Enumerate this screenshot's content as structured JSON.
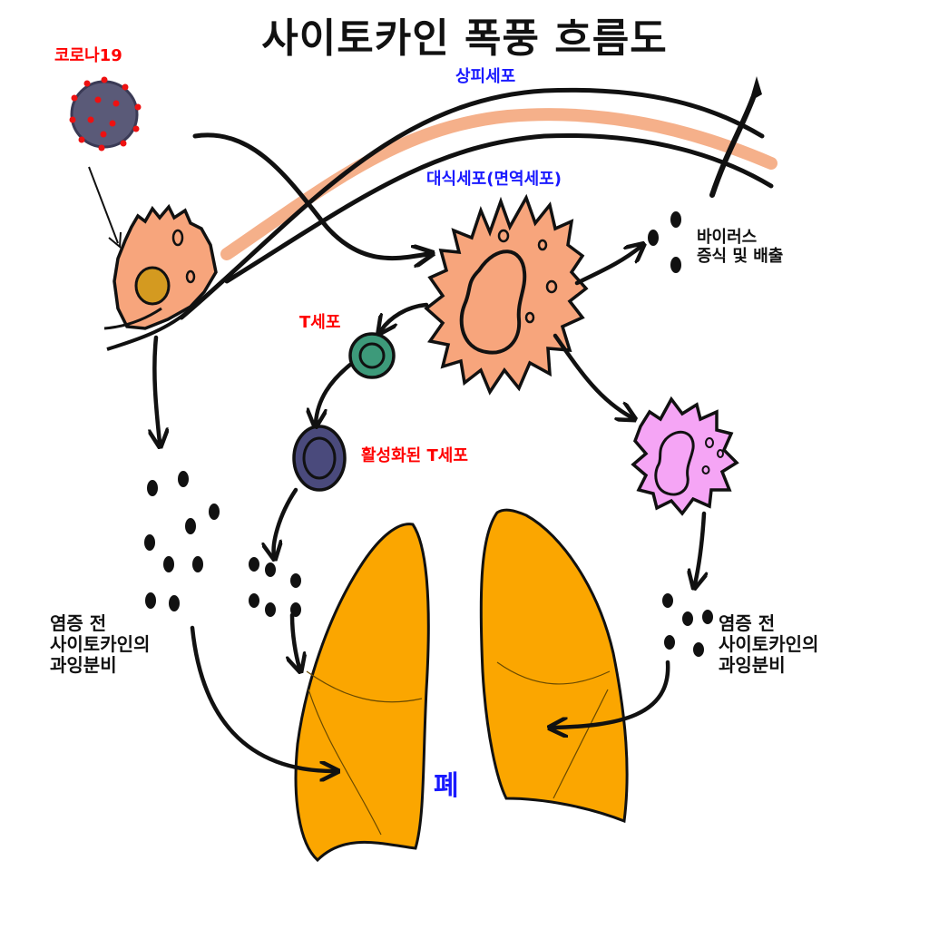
{
  "title": "사이토카인 폭풍 흐름도",
  "labels": {
    "virus": "코로나19",
    "epithelial": "상피세포",
    "macrophage": "대식세포(면역세포)",
    "tcell": "T세포",
    "activated_tcell": "활성화된 T세포",
    "replication": "바이러스\n증식 및 배출",
    "cytokine_left": "염증 전\n사이토카인의\n과잉분비",
    "cytokine_right": "염증 전\n사이토카인의\n과잉분비",
    "lung": "폐"
  },
  "colors": {
    "virus_body": "#5a5a78",
    "virus_spikes": "#ee1111",
    "cell_orange": "#f7a57c",
    "epithelial_band": "#f5b08a",
    "tcell_green": "#3d9a7a",
    "tcell_activated": "#4a4a7c",
    "pink_cell": "#f5a5f5",
    "lung": "#fba600",
    "label_red": "#ff0000",
    "label_blue": "#1a1aff"
  }
}
